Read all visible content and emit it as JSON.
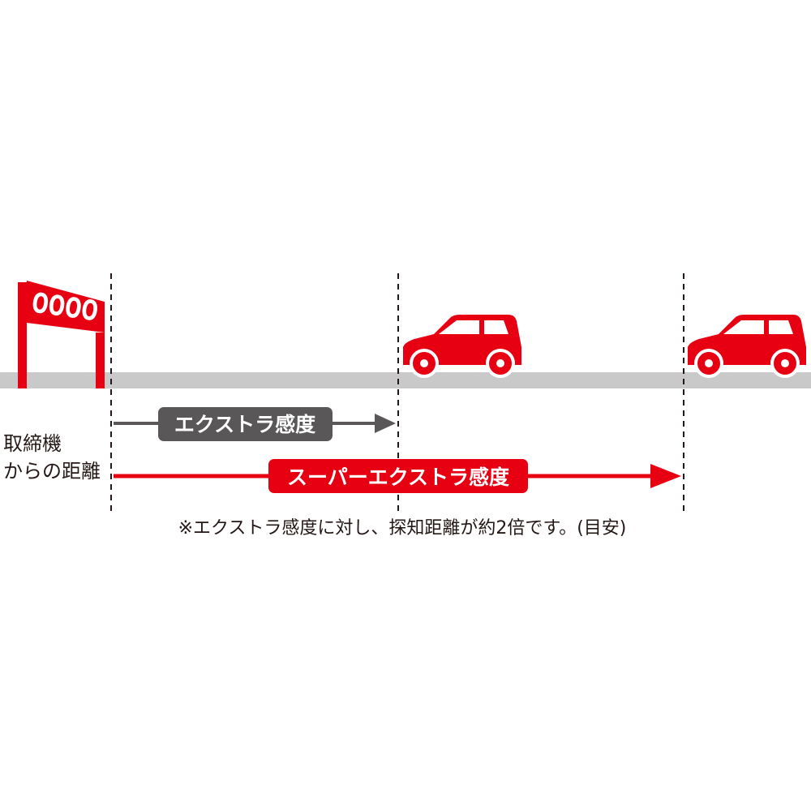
{
  "colors": {
    "accent": "#e60012",
    "gray_label": "#595757",
    "road": "#c9c9c9",
    "text": "#231815"
  },
  "sign": {
    "text": "OOOO",
    "icon": "roadside-sign-icon"
  },
  "vehicles": [
    {
      "icon": "car-icon"
    },
    {
      "icon": "car-icon"
    }
  ],
  "axis_label": {
    "line1": "取締機",
    "line2": "からの距離"
  },
  "extra": {
    "label": "エクストラ感度"
  },
  "super_extra": {
    "label": "スーパーエクストラ感度"
  },
  "note": "※エクストラ感度に対し、探知距離が約2倍です。(目安)"
}
